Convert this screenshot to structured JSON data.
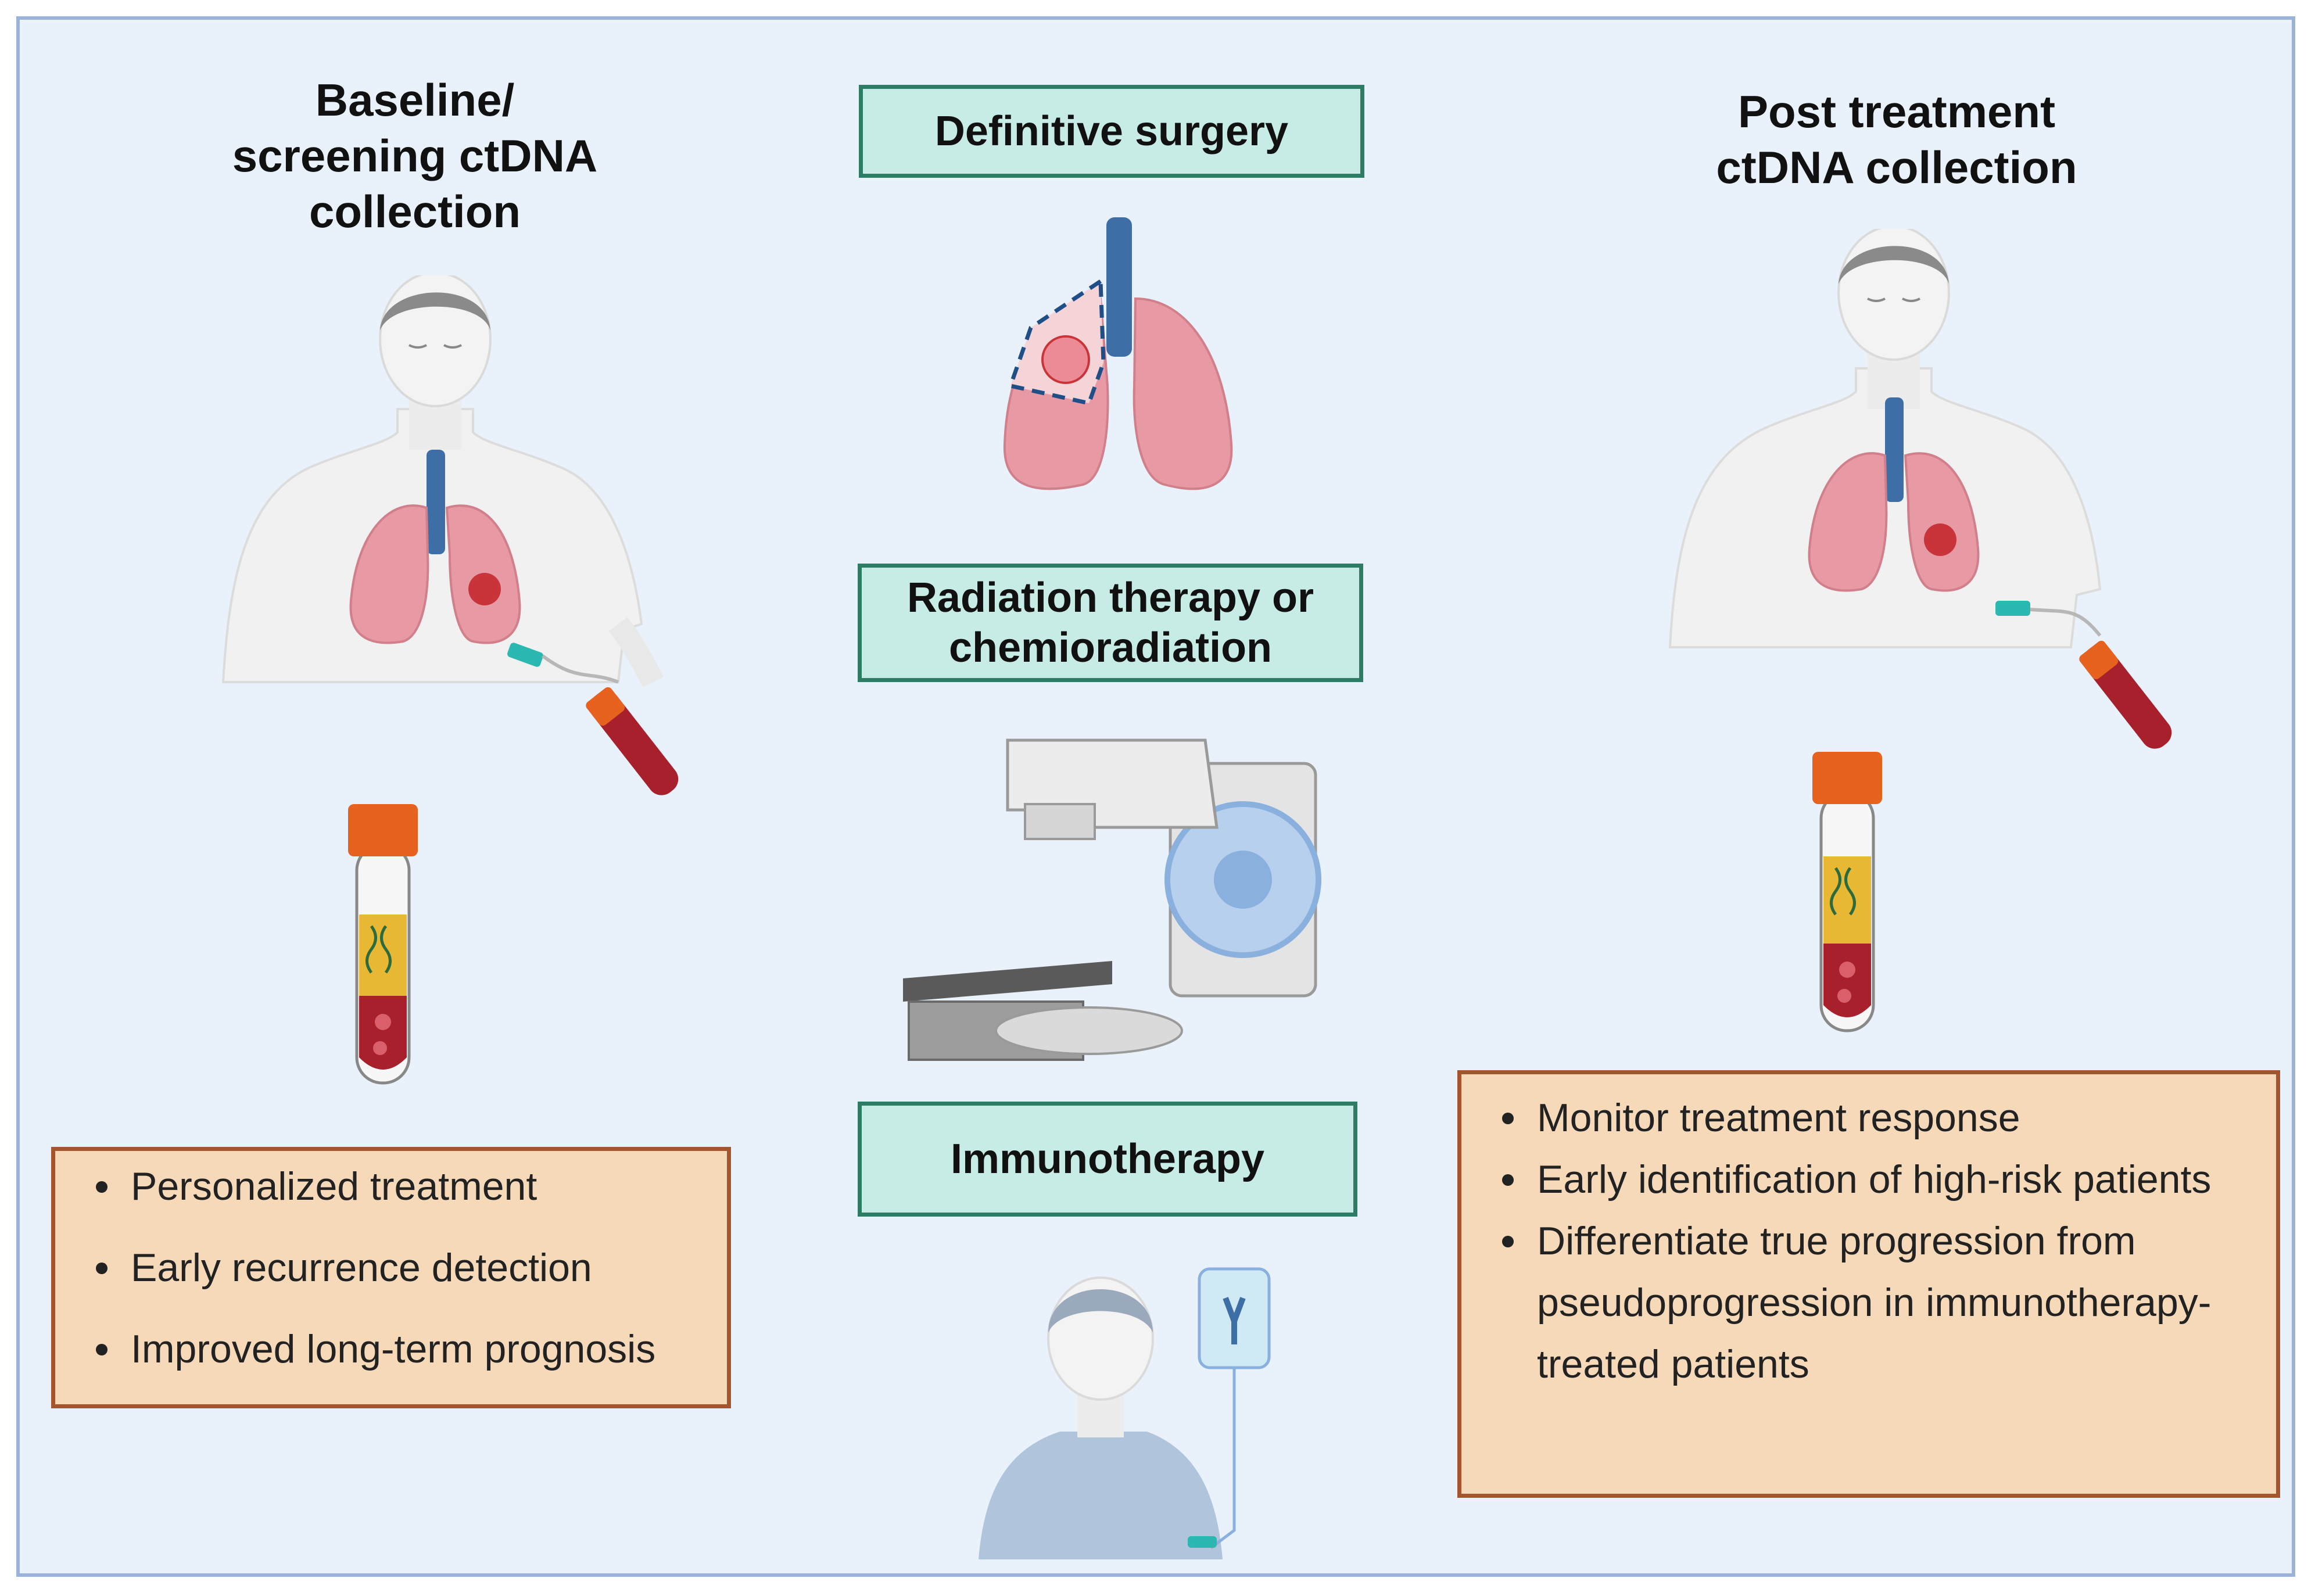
{
  "left": {
    "title": "Baseline/\nscreening ctDNA\ncollection",
    "bullets": [
      "Personalized treatment",
      "Early recurrence detection",
      "Improved long-term prognosis"
    ]
  },
  "middle": {
    "boxes": [
      {
        "label": "Definitive surgery"
      },
      {
        "label": "Radiation therapy or\nchemioradiation"
      },
      {
        "label": "Immunotherapy"
      }
    ]
  },
  "right": {
    "title": "Post treatment\nctDNA collection",
    "bullets": [
      "Monitor treatment response",
      "Early identification of high-risk patients",
      "Differentiate true progression from pseudoprogression in immunotherapy-treated patients"
    ]
  },
  "colors": {
    "background": "#e9f2fb",
    "frame": "#9bb3d6",
    "teal_fill": "#c7ece6",
    "teal_border": "#2d7d64",
    "orange_fill": "#f6d9b8",
    "orange_border": "#a5552d",
    "lung": "#e89aa4",
    "tumor": "#c9343a",
    "airway": "#3d6ea6",
    "blood": "#a8202c",
    "plasma": "#e8b834",
    "cap": "#e8621f"
  }
}
